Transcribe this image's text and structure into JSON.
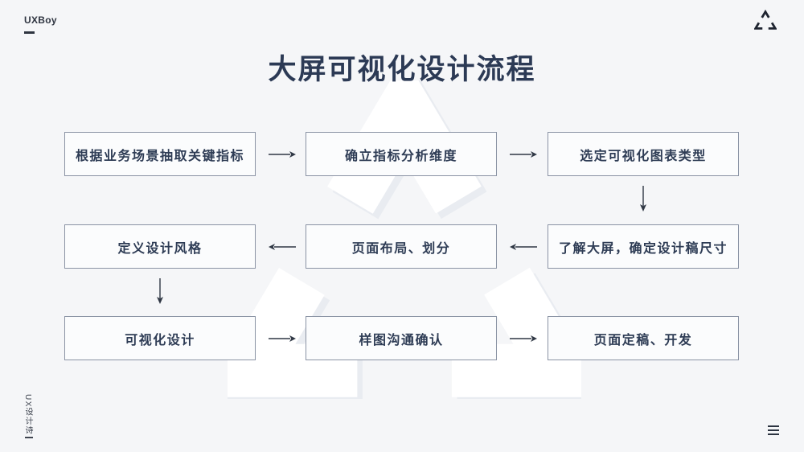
{
  "brand": {
    "logo_text": "UXBoy"
  },
  "header": {
    "title": "大屏可视化设计流程"
  },
  "flow": {
    "boxes": [
      "根据业务场景抽取关键指标",
      "确立指标分析维度",
      "选定可视化图表类型",
      "定义设计风格",
      "页面布局、划分",
      "了解大屏，确定设计稿尺寸",
      "可视化设计",
      "样图沟通确认",
      "页面定稿、开发"
    ],
    "connections": [
      {
        "from": "根据业务场景抽取关键指标",
        "to": "确立指标分析维度",
        "direction": "right"
      },
      {
        "from": "确立指标分析维度",
        "to": "选定可视化图表类型",
        "direction": "right"
      },
      {
        "from": "选定可视化图表类型",
        "to": "了解大屏，确定设计稿尺寸",
        "direction": "down"
      },
      {
        "from": "了解大屏，确定设计稿尺寸",
        "to": "页面布局、划分",
        "direction": "left"
      },
      {
        "from": "页面布局、划分",
        "to": "定义设计风格",
        "direction": "left"
      },
      {
        "from": "定义设计风格",
        "to": "可视化设计",
        "direction": "down"
      },
      {
        "from": "可视化设计",
        "to": "样图沟通确认",
        "direction": "right"
      },
      {
        "from": "样图沟通确认",
        "to": "页面定稿、开发",
        "direction": "right"
      }
    ]
  },
  "footer": {
    "vertical_text": "UX设计诗"
  },
  "icons": {
    "top_right": "triangle-logo",
    "bottom_right": "menu",
    "watermark": "triangle-logo-watermark"
  },
  "colors": {
    "background": "#f5f6f8",
    "box_background": "#fbfcfd",
    "box_border": "#8a93a4",
    "text": "#2e3c55",
    "title": "#2c3a55",
    "arrow": "#2f3744",
    "logo": "#1e2430",
    "watermark": "#ffffff",
    "watermark_shadow": "#e9ecf1"
  }
}
